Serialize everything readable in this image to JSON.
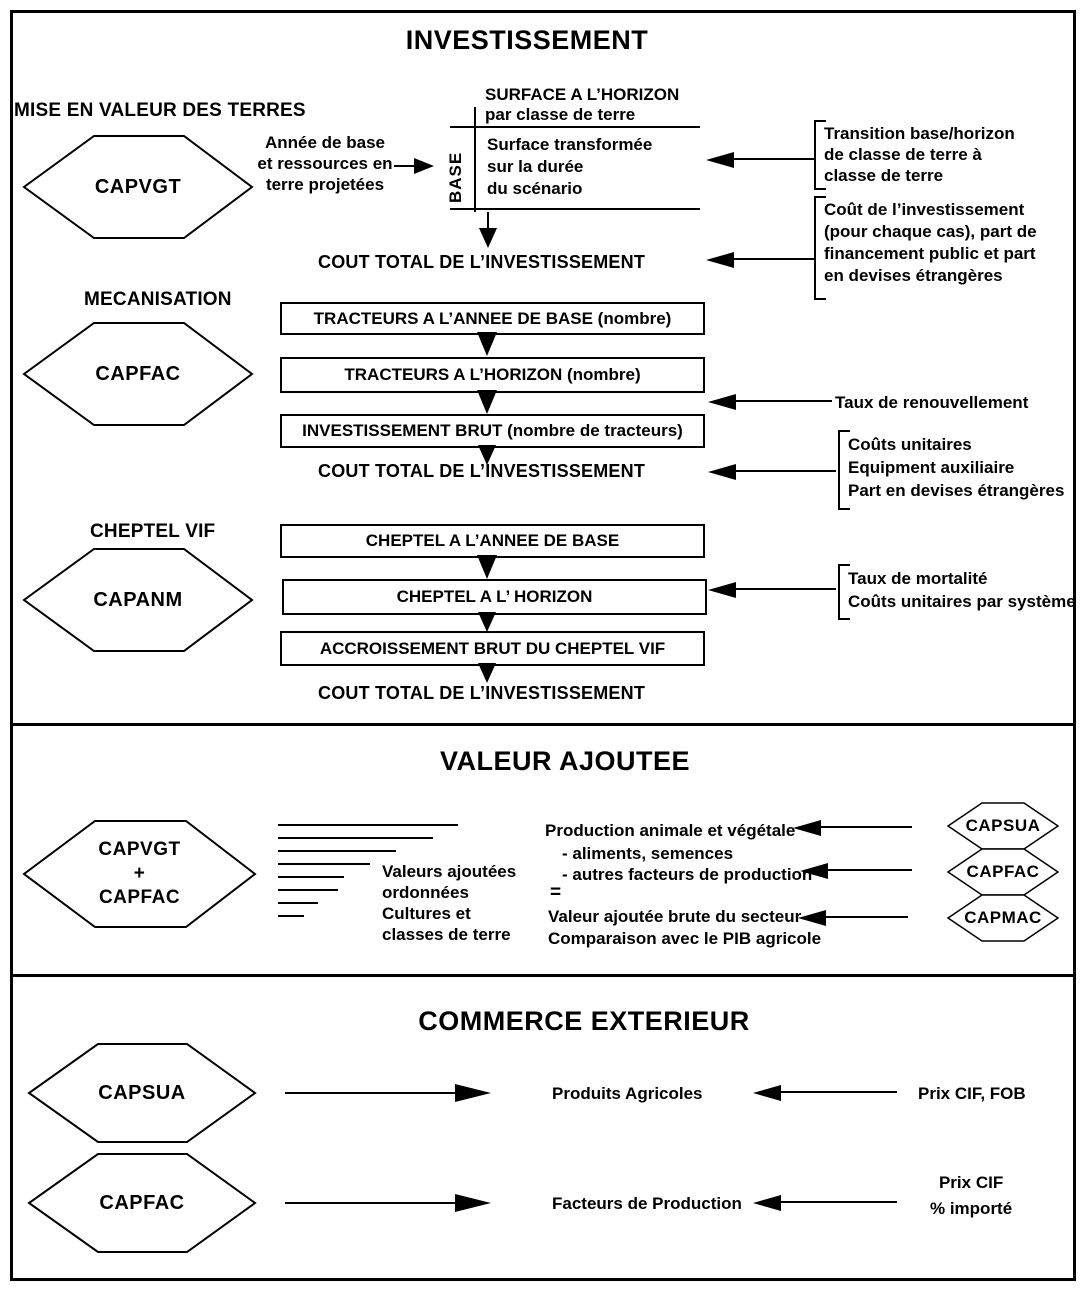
{
  "investissement": {
    "title": "INVESTISSEMENT",
    "terres": {
      "heading": "MISE EN VALEUR DES TERRES",
      "hex_label": "CAPVGT",
      "input_note": "Année de base\net ressources en\nterre projetées",
      "surface_header": "SURFACE A L’HORIZON",
      "surface_sub": "par classe de terre",
      "base_label": "BASE",
      "surface_body": "Surface transformée\nsur la durée\ndu scénario",
      "cost_total": "COUT TOTAL DE L’INVESTISSEMENT",
      "note_transition": "Transition base/horizon\nde classe de terre à\nclasse de terre",
      "note_cout": "Coût de l’investissement\n(pour chaque cas), part de\nfinancement public et part\nen devises étrangères"
    },
    "mecanisation": {
      "heading": "MECANISATION",
      "hex_label": "CAPFAC",
      "boxes": [
        "TRACTEURS A L’ANNEE DE BASE (nombre)",
        "TRACTEURS A L’HORIZON (nombre)",
        "INVESTISSEMENT BRUT (nombre de tracteurs)"
      ],
      "cost_total": "COUT TOTAL DE L’INVESTISSEMENT",
      "note_renouvellement": "Taux de renouvellement",
      "note_couts": "Coûts unitaires\nEquipment auxiliaire\nPart en devises étrangères"
    },
    "cheptel": {
      "heading": "CHEPTEL VIF",
      "hex_label": "CAPANM",
      "boxes": [
        "CHEPTEL A L’ANNEE DE BASE",
        "CHEPTEL A L’ HORIZON",
        "ACCROISSEMENT BRUT DU CHEPTEL VIF"
      ],
      "cost_total": "COUT TOTAL DE L’INVESTISSEMENT",
      "note_mortalite": "Taux de mortalité\nCoûts unitaires par système"
    }
  },
  "valeur_ajoutee": {
    "title": "VALEUR AJOUTEE",
    "hex_label": "CAPVGT\n+\nCAPFAC",
    "lines_caption": "Valeurs ajoutées\nordonnées\nCultures et\nclasses de terre",
    "production_line1": "Production animale et végétale",
    "production_line2": "- aliments, semences",
    "production_line3": "- autres facteurs de production",
    "equals": "=",
    "vab_line1": "Valeur ajoutée brute du secteur",
    "vab_line2": "Comparaison avec le PIB agricole",
    "hex_capsua": "CAPSUA",
    "hex_capfac": "CAPFAC",
    "hex_capmac": "CAPMAC"
  },
  "commerce": {
    "title": "COMMERCE EXTERIEUR",
    "rows": [
      {
        "hex": "CAPSUA",
        "item": "Produits Agricoles",
        "price": "Prix CIF, FOB"
      },
      {
        "hex": "CAPFAC",
        "item": "Facteurs de Production",
        "price": "Prix CIF\n% importé"
      }
    ]
  }
}
